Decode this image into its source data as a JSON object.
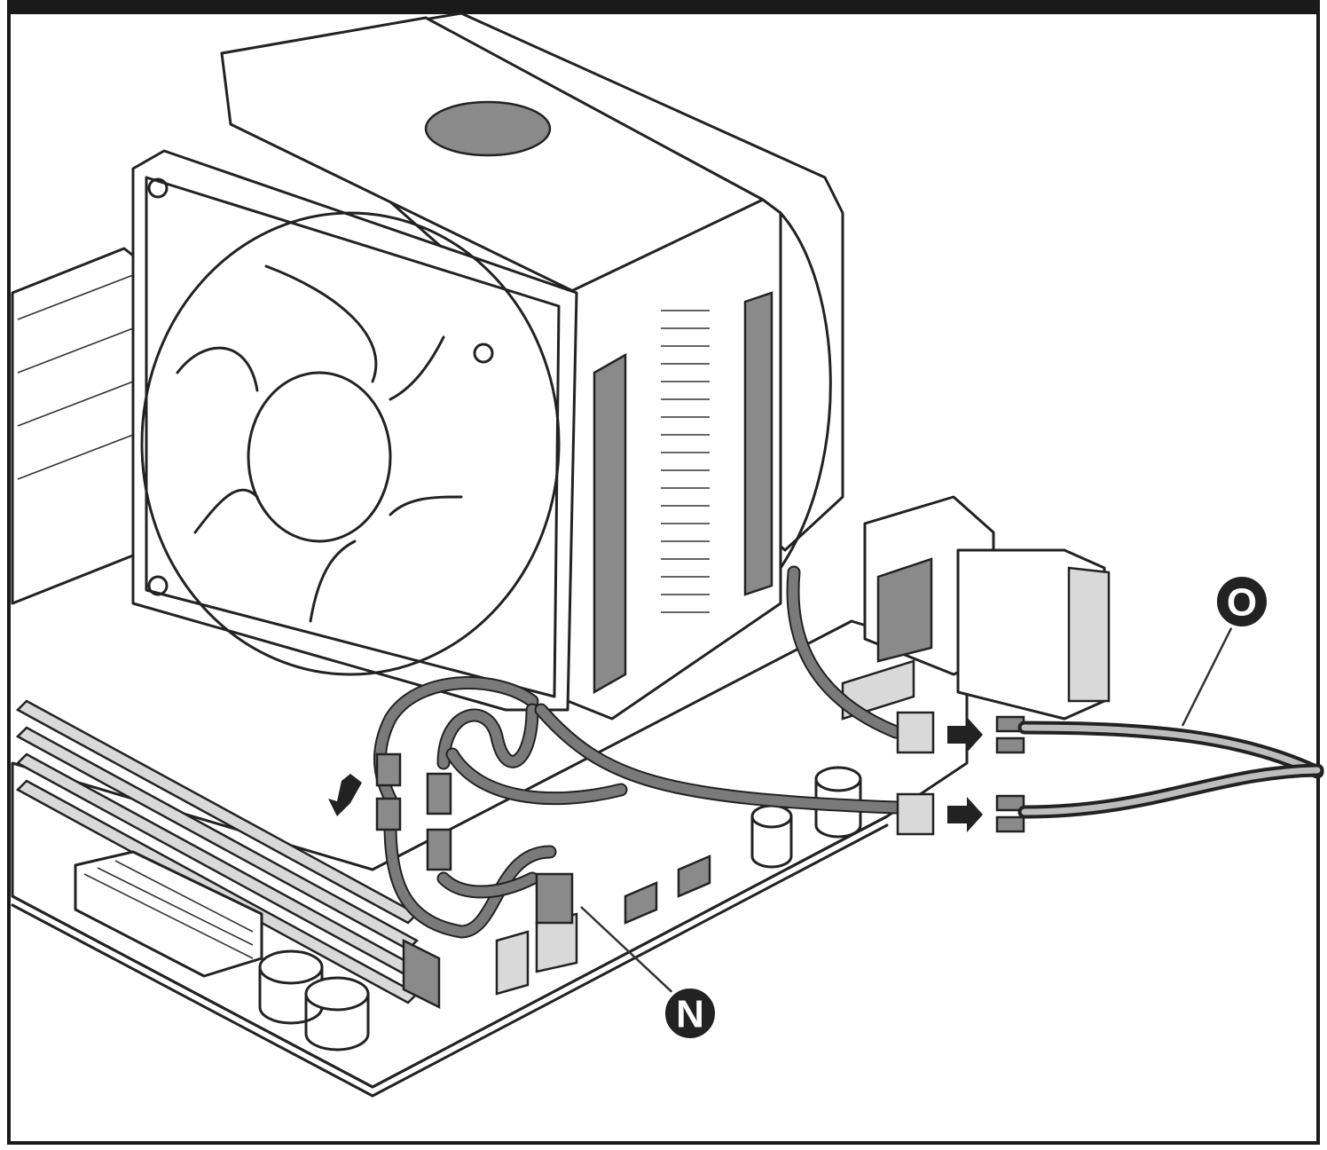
{
  "callouts": [
    {
      "id": "N",
      "label": "N"
    },
    {
      "id": "O",
      "label": "O"
    }
  ],
  "colors": {
    "line": "#222222",
    "cable": "#7a7a7a",
    "callout_fill": "#222222",
    "frame": "#1a1a1a"
  },
  "icons": [
    "arrow-right-icon",
    "arrow-down-icon"
  ]
}
